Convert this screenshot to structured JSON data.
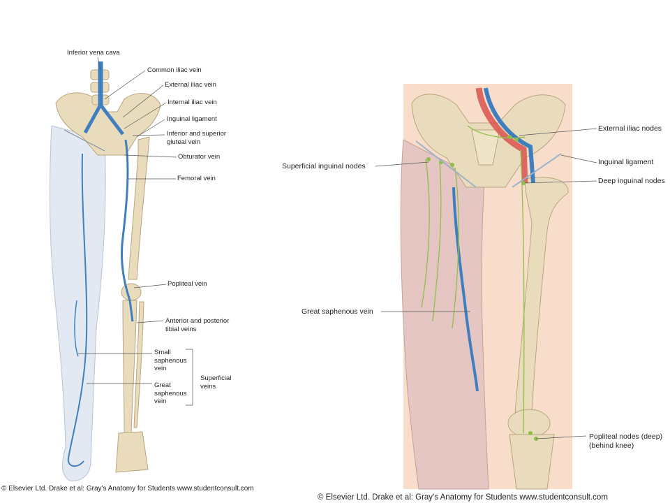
{
  "left_figure": {
    "labels": {
      "ivc": "Inferior vena cava",
      "common_iliac": "Common iliac vein",
      "external_iliac": "External iliac vein",
      "internal_iliac": "Internal iliac vein",
      "inguinal_ligament": "Inguinal ligament",
      "gluteal": "Inferior and superior\ngluteal vein",
      "obturator": "Obturator vein",
      "femoral": "Femoral vein",
      "popliteal": "Popliteal vein",
      "tibial": "Anterior and posterior\ntibial veins",
      "small_saphenous": "Small\nsaphenous\nvein",
      "great_saphenous": "Great\nsaphenous\nvein",
      "superficial": "Superficial\nveins"
    },
    "credit": "© Elsevier Ltd. Drake et al: Gray's Anatomy for Students www.studentconsult.com"
  },
  "right_figure": {
    "labels": {
      "external_iliac_nodes": "External iliac nodes",
      "inguinal_ligament": "Inguinal ligament",
      "deep_inguinal_nodes": "Deep inguinal nodes",
      "superficial_inguinal_nodes": "Superficial inguinal nodes",
      "great_saphenous": "Great saphenous vein",
      "popliteal_nodes": "Popliteal nodes (deep)\n(behind knee)"
    },
    "credit": "© Elsevier Ltd. Drake et al: Gray's Anatomy for Students www.studentconsult.com"
  },
  "colors": {
    "bone": "#e9dcbc",
    "bone_edge": "#b9a57d",
    "vein": "#3f7fbf",
    "skin": "#f7d9c4",
    "lymph": "#8fbf4a",
    "artery": "#d9534f"
  }
}
